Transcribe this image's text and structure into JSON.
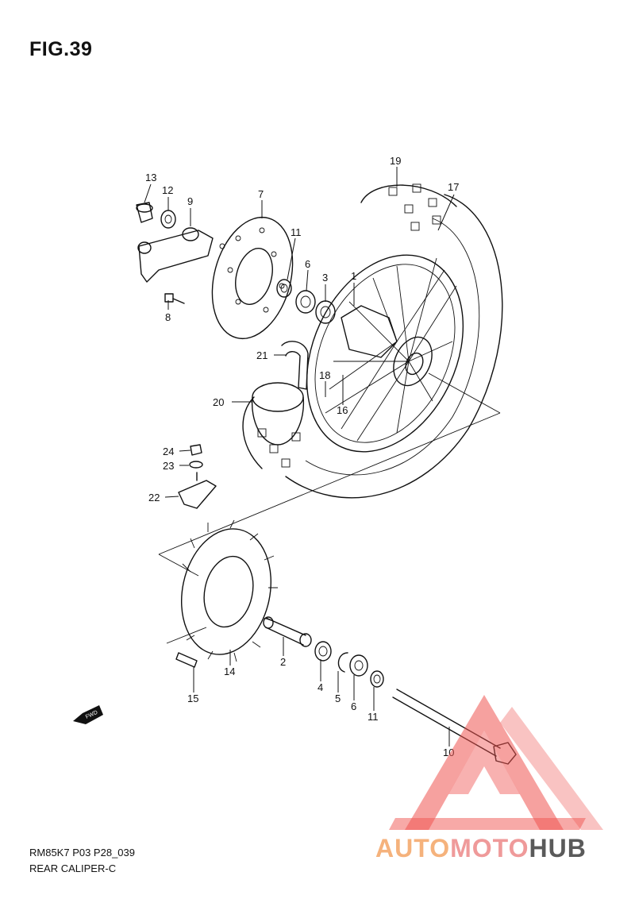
{
  "title": "FIG.39",
  "footer": {
    "code": "RM85K7 P03 P28_039",
    "name": "REAR CALIPER-C"
  },
  "fwd_label": "FWD",
  "watermark": {
    "part1": "AUTO",
    "part2": "MOTO",
    "part3": "HUB",
    "color_auto": "#f5b27c",
    "color_moto": "#ef9a9a",
    "color_hub": "#5a5a5a"
  },
  "callouts": {
    "c1": "1",
    "c2": "2",
    "c3": "3",
    "c4": "4",
    "c5": "5",
    "c6a": "6",
    "c6b": "6",
    "c7": "7",
    "c8": "8",
    "c9": "9",
    "c10": "10",
    "c11a": "11",
    "c11b": "11",
    "c12": "12",
    "c13": "13",
    "c14": "14",
    "c15": "15",
    "c16": "16",
    "c17": "17",
    "c18": "18",
    "c19": "19",
    "c20": "20",
    "c21": "21",
    "c22": "22",
    "c23": "23",
    "c24": "24"
  }
}
